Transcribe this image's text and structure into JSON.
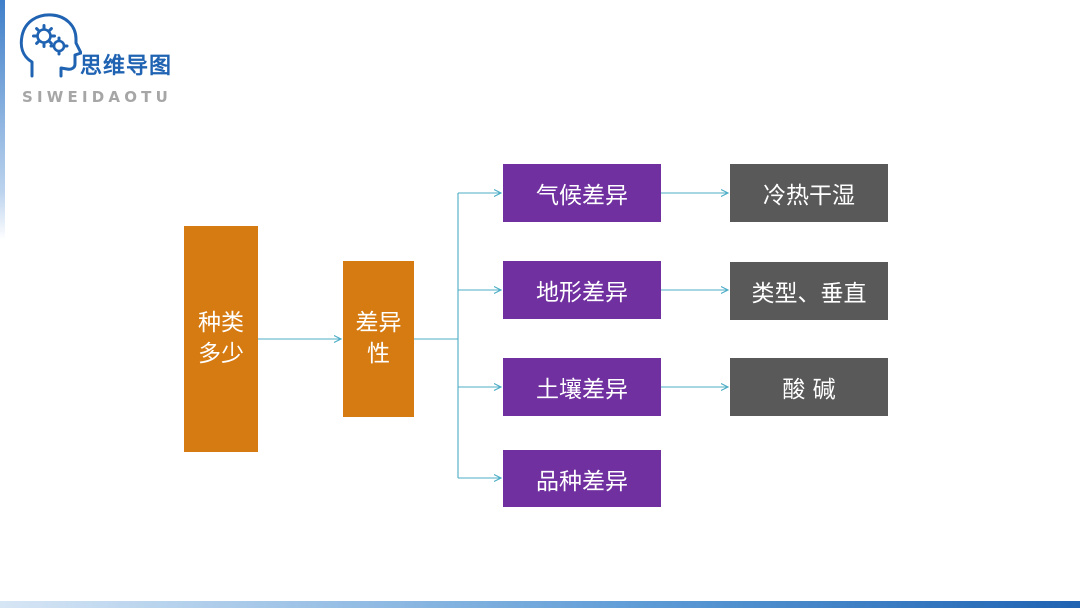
{
  "branding": {
    "title": "思维导图",
    "subtitle": "SIWEIDAOTU",
    "icon": "head-gears-icon",
    "color": "#1f63b2"
  },
  "diagram": {
    "root": {
      "label": "种类多少",
      "color": "#d57b12"
    },
    "hub": {
      "label": "差异性",
      "color": "#d57b12"
    },
    "categories": [
      {
        "label": "气候差异",
        "detail": "冷热干湿"
      },
      {
        "label": "地形差异",
        "detail": "类型、垂直"
      },
      {
        "label": "土壤差异",
        "detail": "酸 碱"
      },
      {
        "label": "品种差异",
        "detail": ""
      }
    ],
    "category_color": "#7030a0",
    "detail_color": "#595959",
    "connector_color": "#4bacc6"
  }
}
